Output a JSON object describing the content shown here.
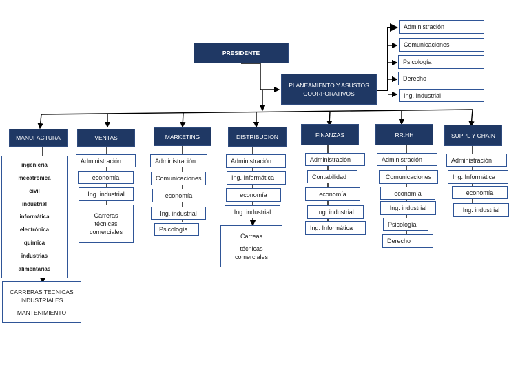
{
  "president": "PRESIDENTE",
  "planning": {
    "title_line1": "PLANEAMIENTO Y ASUSTOS",
    "title_line2": "COORPORATIVOS",
    "items": [
      "Administración",
      "Comunicaciones",
      "Psicología",
      "Derecho",
      "Ing. Industrial"
    ]
  },
  "departments": [
    {
      "name": "MANUFACTURA",
      "careers": [
        "ingeniería",
        "mecatrónica",
        "civil",
        "industrial",
        "informática",
        "electrónica",
        "química",
        "industrias",
        "alimentarias"
      ],
      "extra": [
        "CARRERAS TECNICAS",
        "INDUSTRIALES",
        "MANTENIMIENTO"
      ]
    },
    {
      "name": "VENTAS",
      "items": [
        "Administración",
        "economía",
        "Ing. industrial"
      ],
      "extra": [
        "Carreras",
        "técnicas",
        "comerciales"
      ]
    },
    {
      "name": "MARKETING",
      "items": [
        "Administración",
        "Comunicaciones",
        "economía",
        "Ing. industrial",
        "Psicología"
      ]
    },
    {
      "name": "DISTRIBUCION",
      "items": [
        "Administración",
        "Ing. Informática",
        "economía",
        "Ing. industrial"
      ],
      "extra": [
        "Carreas",
        "técnicas",
        "comerciales"
      ]
    },
    {
      "name": "FINANZAS",
      "items": [
        "Administración",
        "Contabilidad",
        "economía",
        "Ing. industrial",
        "Ing. Informática"
      ]
    },
    {
      "name": "RR.HH",
      "items": [
        "Administración",
        "Comunicaciones",
        "economía",
        "Ing. industrial",
        "Psicología",
        "Derecho"
      ]
    },
    {
      "name": "SUPPL Y CHAIN",
      "items": [
        "Administración",
        "Ing. Informática",
        "economía",
        "Ing. industrial"
      ]
    }
  ],
  "colors": {
    "header_fill": "#1f3864",
    "box_border": "#2f5597",
    "line": "#000000"
  }
}
